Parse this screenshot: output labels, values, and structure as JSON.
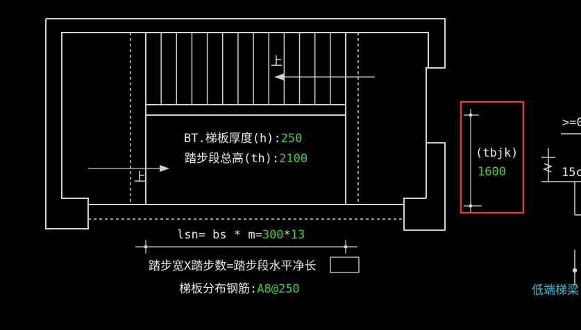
{
  "arrows": {
    "up_top": "上",
    "up_bottom": "上"
  },
  "params": {
    "thickness_label": "BT.梯板厚度(h):",
    "thickness_value": "250",
    "height_label": "踏步段总高(th):",
    "height_value": "2100",
    "lsn_label": "lsn= bs * m=",
    "lsn_bs": "300",
    "lsn_star": "*",
    "lsn_m": "13",
    "formula_text": "踏步宽X踏步数=踏步段水平",
    "formula_boxed": "净长",
    "rebar_label": "梯板分布钢筋:",
    "rebar_value": "A8@250"
  },
  "side_dimension": {
    "name": "(tbjk)",
    "value": "1600"
  },
  "right_partial": {
    "text1": ">=0",
    "text2": "15c",
    "low_end_label": "低端梯梁"
  },
  "colors": {
    "line": "#d0d0d0",
    "value": "#3cd23c",
    "highlight_box": "#e03b3b",
    "cyan": "#27c6d6"
  }
}
